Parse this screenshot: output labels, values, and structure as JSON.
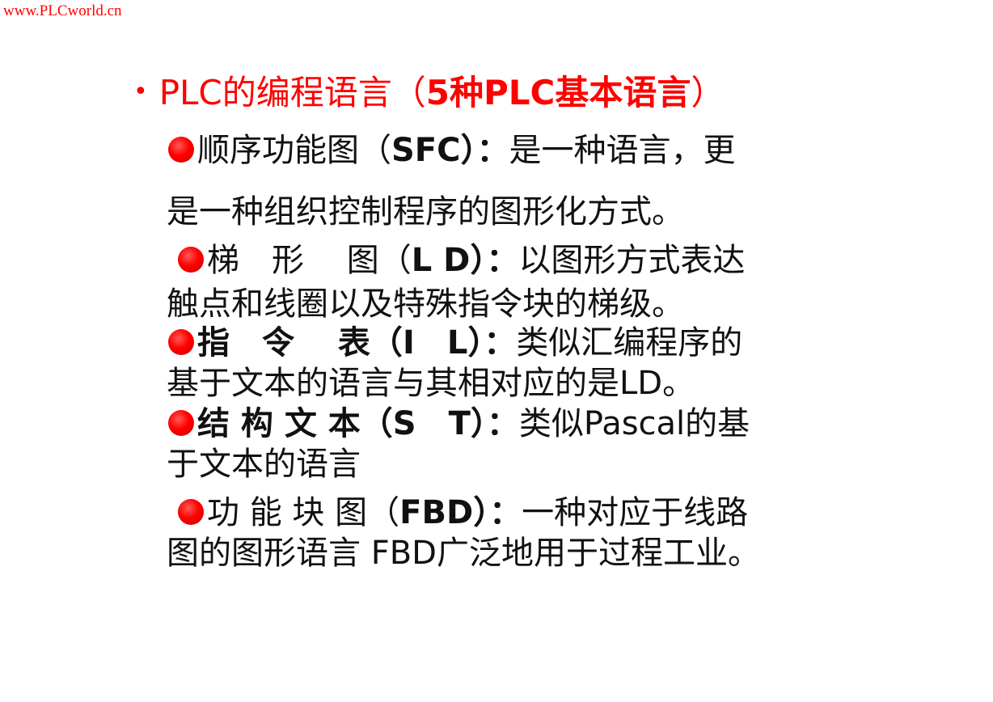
{
  "watermark": "www.PLCworld.cn",
  "heading": {
    "bullet": "•",
    "normal": "PLC的编程语言（",
    "bold": "5种PLC基本语言",
    "close": "）"
  },
  "items": [
    {
      "term": "顺序功能图（",
      "abbr": "SFC",
      "sep": "）：",
      "line1_rest": "是一种语言，更",
      "line2": "是一种组织控制程序的图形化方式。"
    },
    {
      "term": "梯　形　 图（",
      "abbr": "L D",
      "sep": "）：",
      "line1_rest": "以图形方式表达",
      "line2": "触点和线圈以及特殊指令块的梯级。"
    },
    {
      "term": "指　令　 表（",
      "abbr": "I　L",
      "sep": "）：",
      "line1_rest": "类似汇编程序的",
      "line2": "基于文本的语言与其相对应的是LD。"
    },
    {
      "term": "结 构 文 本（",
      "abbr": "S　T",
      "sep": "）：",
      "line1_rest": "类似Pascal的基",
      "line2": "于文本的语言"
    },
    {
      "term": "功 能 块 图（",
      "abbr": "FBD",
      "sep": "）：",
      "line1_rest": "一种对应于线路",
      "line2": "图的图形语言 FBD广泛地用于过程工业。"
    }
  ]
}
